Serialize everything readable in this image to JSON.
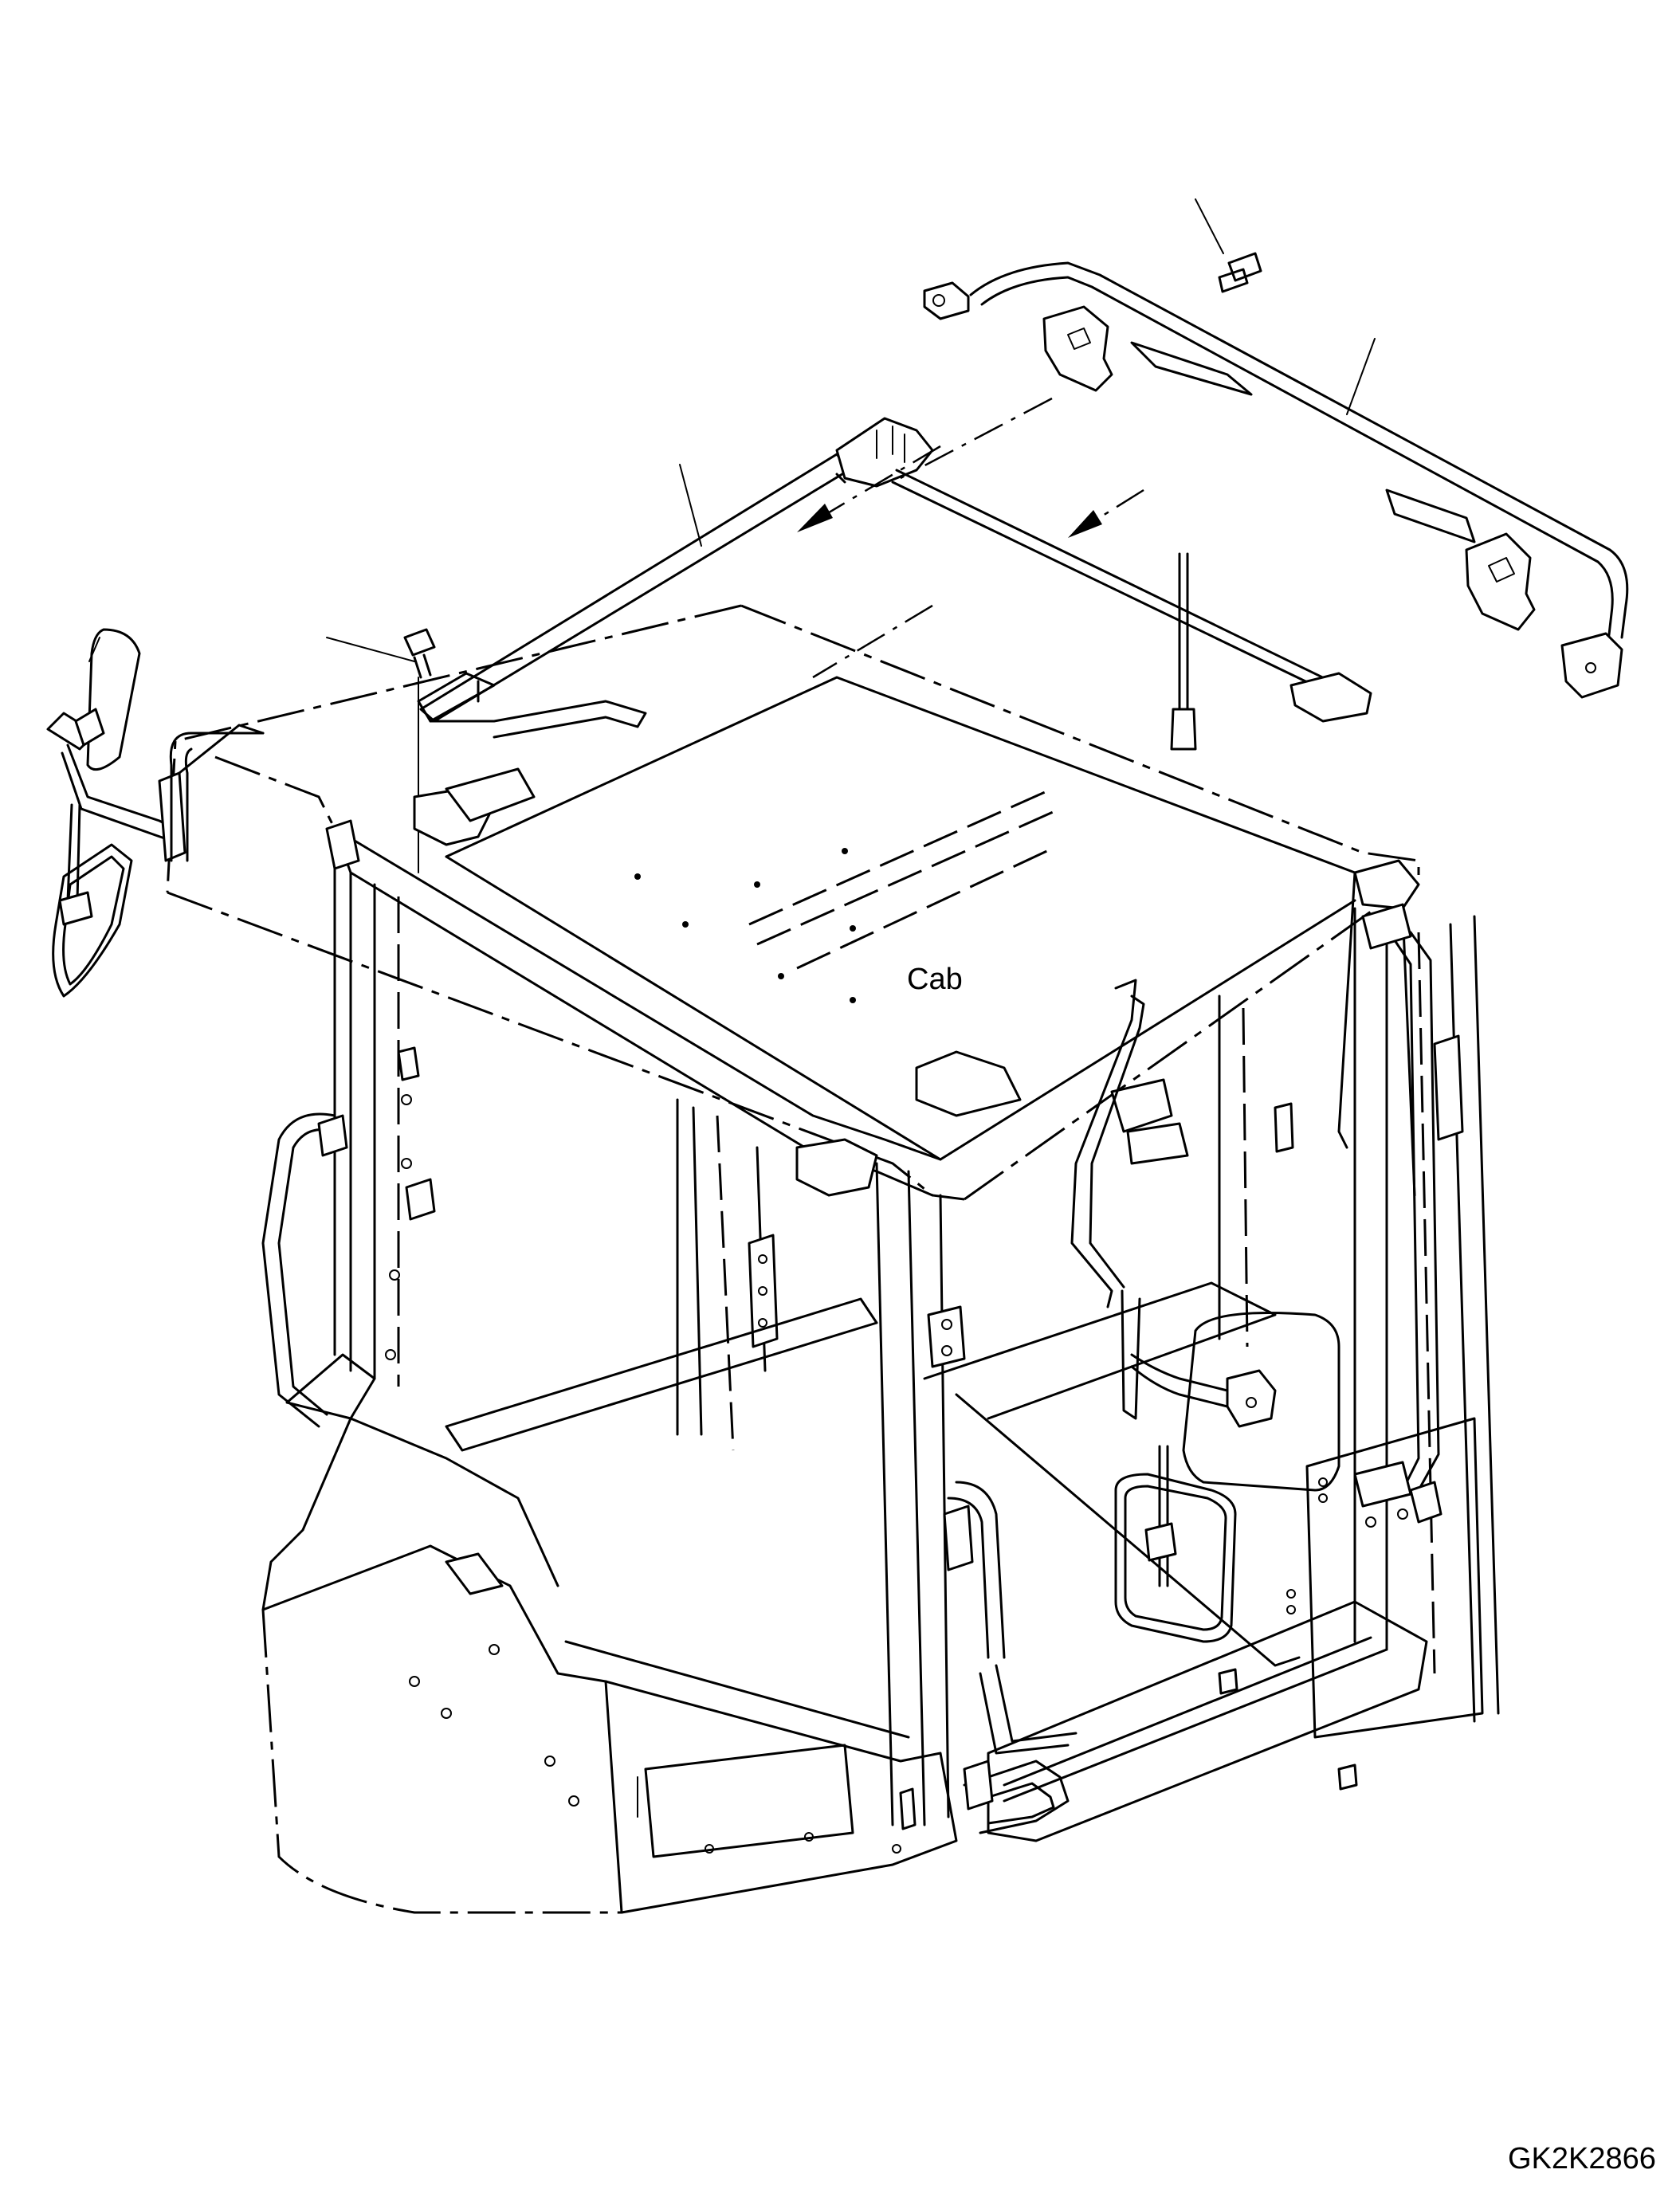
{
  "diagram": {
    "labels": {
      "cab": "Cab",
      "drawing_code": "GK2K2866"
    },
    "parts": [
      {
        "name": "rear-handrail-bracket",
        "callout": true
      },
      {
        "name": "top-guard-bar",
        "callout": true
      },
      {
        "name": "bolt-upper",
        "callout": true
      },
      {
        "name": "bolt-left",
        "callout": true
      },
      {
        "name": "antenna",
        "callout": false
      },
      {
        "name": "left-mirror",
        "callout": false
      },
      {
        "name": "right-mirror",
        "callout": false
      }
    ],
    "style": {
      "line_color": "#000000",
      "background": "#ffffff"
    }
  }
}
